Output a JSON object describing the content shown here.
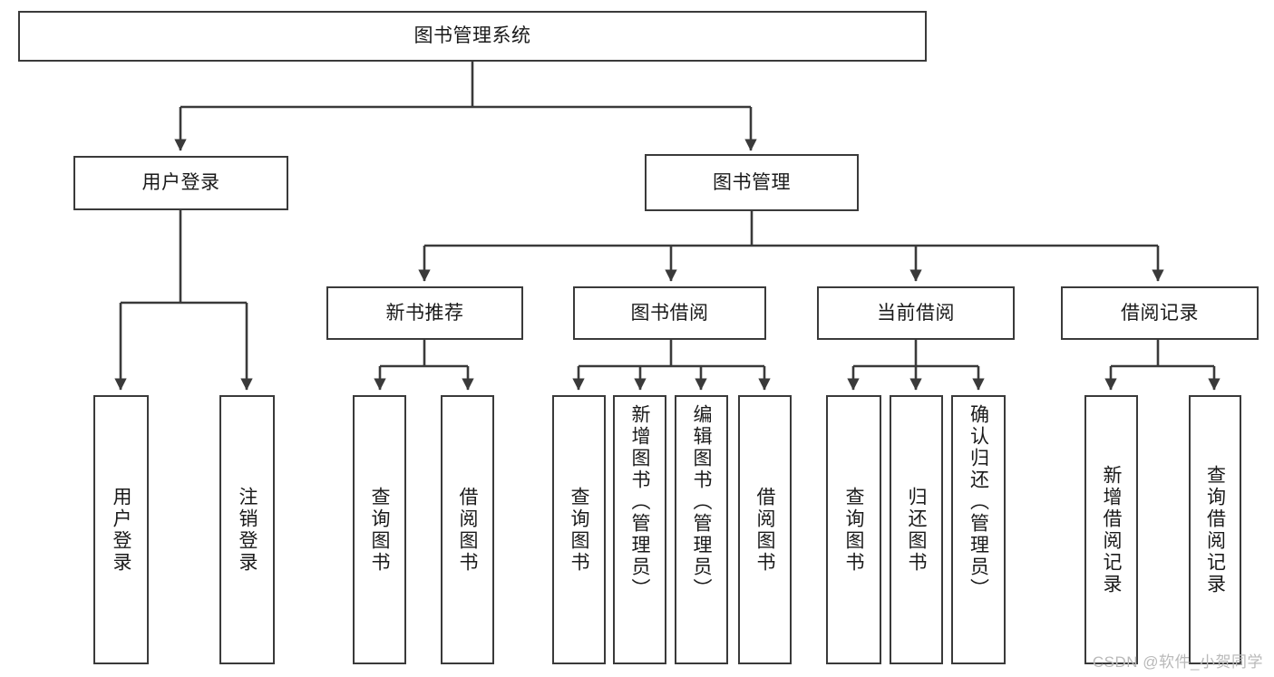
{
  "diagram": {
    "title": "图书管理系统",
    "type": "tree",
    "stroke_color": "#3a3a3a",
    "text_color": "#1a1a1a",
    "background": "#ffffff"
  },
  "root": {
    "label": "图书管理系统"
  },
  "level1": [
    {
      "label": "用户登录"
    },
    {
      "label": "图书管理"
    }
  ],
  "level2": [
    {
      "label": "新书推荐"
    },
    {
      "label": "图书借阅"
    },
    {
      "label": "当前借阅"
    },
    {
      "label": "借阅记录"
    }
  ],
  "leaves": {
    "user_login": [
      {
        "label": "用户登录"
      },
      {
        "label": "注销登录"
      }
    ],
    "new_book": [
      {
        "label": "查询图书"
      },
      {
        "label": "借阅图书"
      }
    ],
    "borrow_book": [
      {
        "label": "查询图书"
      },
      {
        "label": "新增图书（管理员）"
      },
      {
        "label": "编辑图书（管理员）"
      },
      {
        "label": "借阅图书"
      }
    ],
    "current_borrow": [
      {
        "label": "查询图书"
      },
      {
        "label": "归还图书"
      },
      {
        "label": "确认归还（管理员）"
      }
    ],
    "borrow_record": [
      {
        "label": "新增借阅记录"
      },
      {
        "label": "查询借阅记录"
      }
    ]
  },
  "watermark": {
    "text": "CSDN @软件_小贺同学"
  }
}
